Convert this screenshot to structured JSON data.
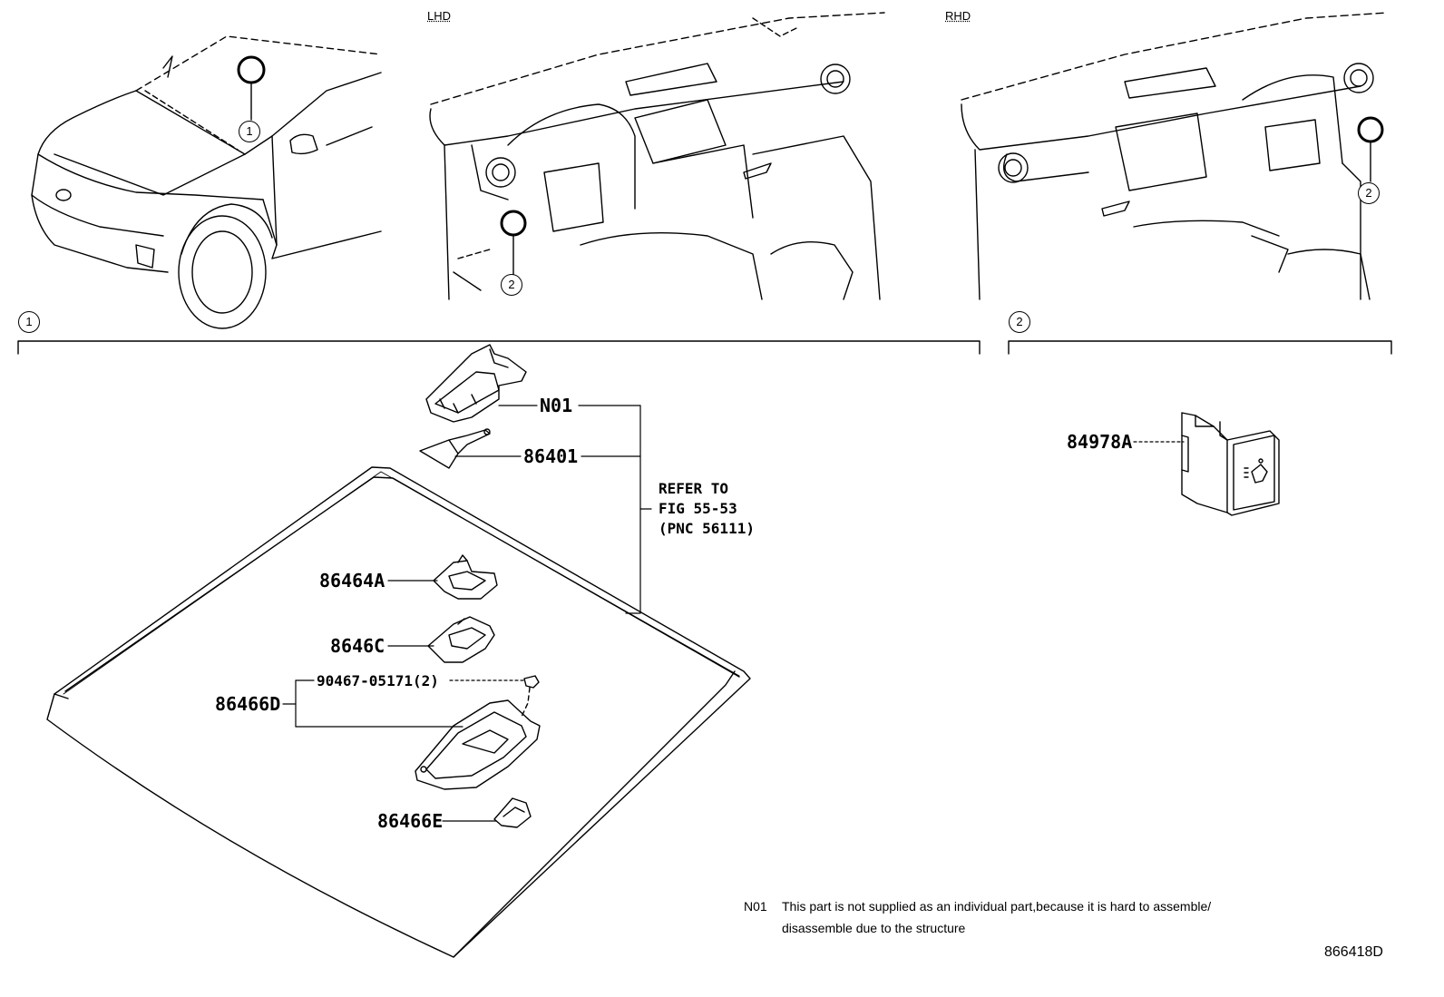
{
  "views": {
    "lhd_label": "LHD",
    "rhd_label": "RHD"
  },
  "callouts": {
    "one": "1",
    "two": "2"
  },
  "groups": {
    "group1_marker": "1",
    "group2_marker": "2"
  },
  "parts": {
    "n01": "N01",
    "p86401": "86401",
    "p86464a": "86464A",
    "p8646c": "8646C",
    "p86466d": "86466D",
    "p90467": "90467-05171(2)",
    "p86466e": "86466E",
    "p84978a": "84978A"
  },
  "refer": {
    "line1": "REFER TO",
    "line2": "FIG 55-53",
    "line3": "(PNC 56111)"
  },
  "note": {
    "code": "N01",
    "line1": "This part is not supplied as an individual part,because it is hard to assemble/",
    "line2": "disassemble due to the structure"
  },
  "diagram_code": "866418D"
}
